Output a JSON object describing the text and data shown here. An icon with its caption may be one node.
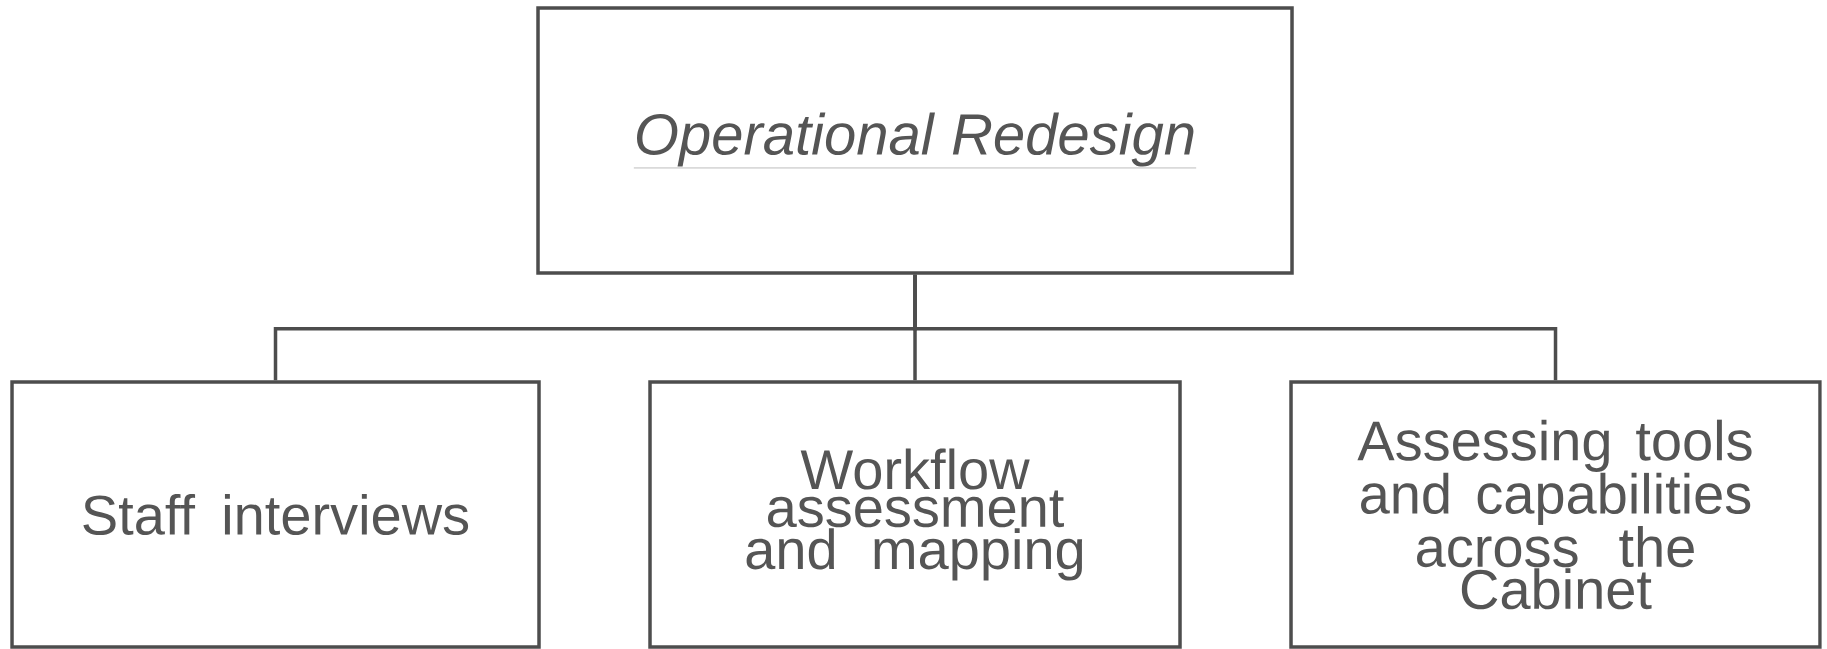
{
  "diagram": {
    "nodes": [
      {
        "text": [
          "Operational Redesign"
        ]
      },
      {
        "text": [
          "Staff interviews"
        ]
      },
      {
        "text": [
          "Workflow assessment and mapping"
        ]
      },
      {
        "text": [
          "Assessing tools and capabilities across the Cabinet"
        ]
      }
    ],
    "edges": [
      {
        "from": 0,
        "to": 1,
        "arrow": "none"
      },
      {
        "from": 0,
        "to": 2,
        "arrow": "none"
      },
      {
        "from": 0,
        "to": 3,
        "arrow": "none"
      }
    ]
  }
}
